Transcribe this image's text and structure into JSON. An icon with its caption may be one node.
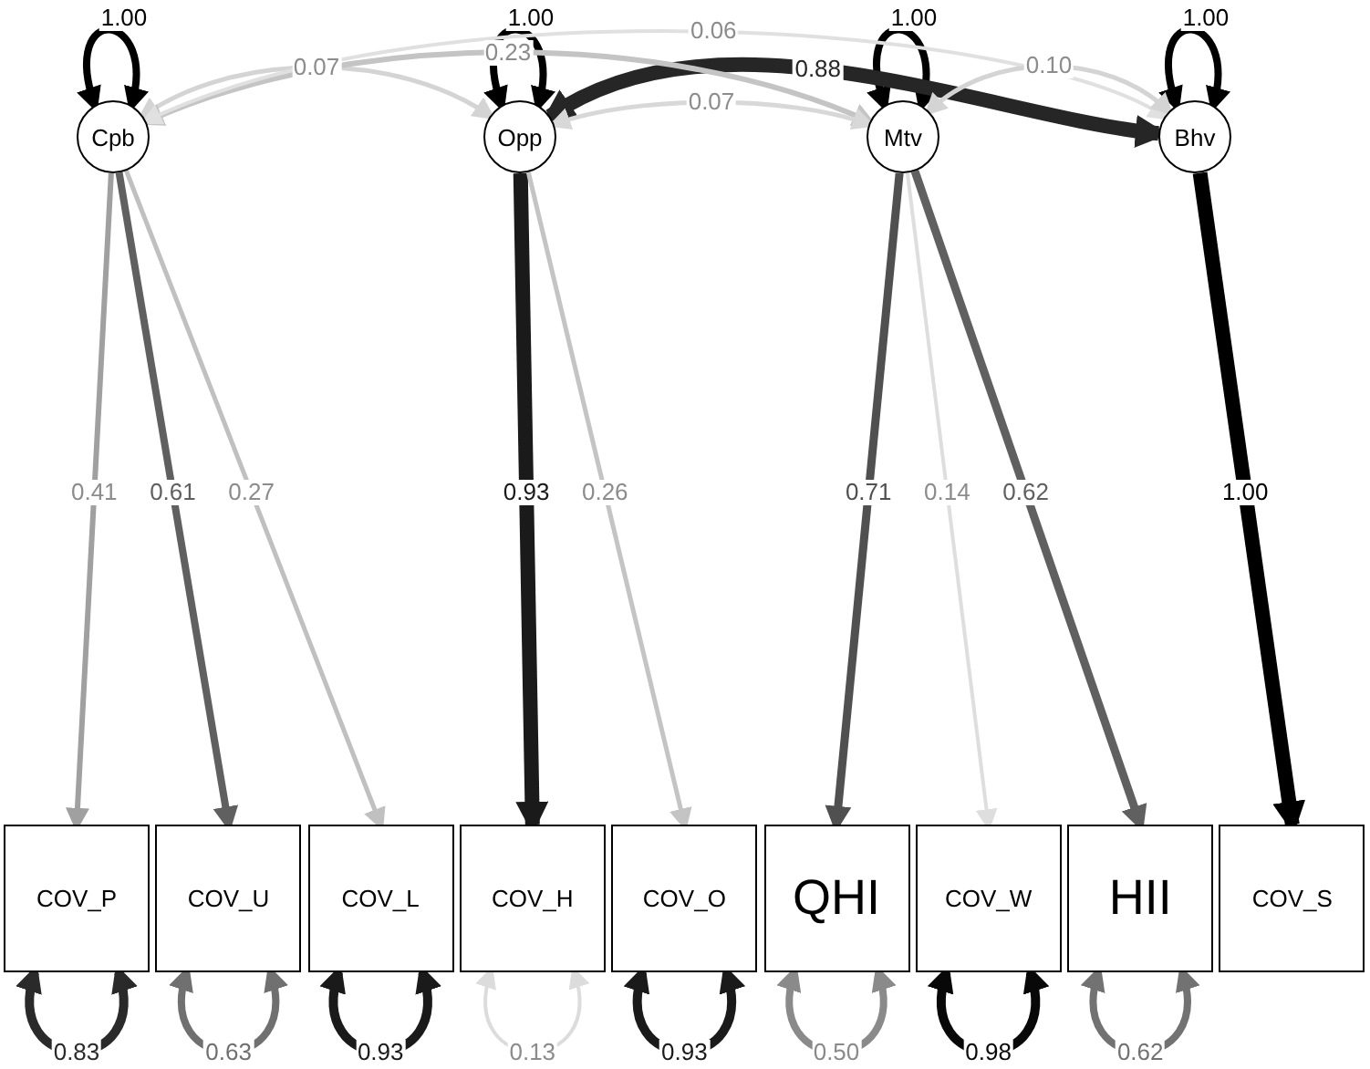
{
  "diagram": {
    "nodes": [
      {
        "text": [
          "Cpb"
        ]
      },
      {
        "text": [
          "Opp"
        ]
      },
      {
        "text": [
          "Mtv"
        ]
      },
      {
        "text": [
          "Bhv"
        ]
      },
      {
        "text": [
          "COV_P"
        ]
      },
      {
        "text": [
          "COV_U"
        ]
      },
      {
        "text": [
          "COV_L"
        ]
      },
      {
        "text": [
          "COV_H"
        ]
      },
      {
        "text": [
          "COV_O"
        ]
      },
      {
        "text": [
          "QHI"
        ]
      },
      {
        "text": [
          "COV_W"
        ]
      },
      {
        "text": [
          "HII"
        ]
      },
      {
        "text": [
          "COV_S"
        ]
      }
    ],
    "edges": [
      {
        "from": 0,
        "to": 0,
        "arrow": "both",
        "label": "1.00",
        "color": "#000000"
      },
      {
        "from": 1,
        "to": 1,
        "arrow": "both",
        "label": "1.00",
        "color": "#000000"
      },
      {
        "from": 2,
        "to": 2,
        "arrow": "both",
        "label": "1.00",
        "color": "#000000"
      },
      {
        "from": 3,
        "to": 3,
        "arrow": "both",
        "label": "1.00",
        "color": "#000000"
      },
      {
        "from": 0,
        "to": 1,
        "arrow": "both",
        "label": "0.07",
        "color": "#d4d4d4"
      },
      {
        "from": 0,
        "to": 2,
        "arrow": "both",
        "label": "0.23",
        "color": "#c4c4c4"
      },
      {
        "from": 0,
        "to": 3,
        "arrow": "both",
        "label": "0.06",
        "color": "#e0e0e0"
      },
      {
        "from": 1,
        "to": 2,
        "arrow": "both",
        "label": "0.07",
        "color": "#d8d8d8"
      },
      {
        "from": 1,
        "to": 3,
        "arrow": "both",
        "label": "0.88",
        "color": "#262626",
        "style": "thick"
      },
      {
        "from": 2,
        "to": 3,
        "arrow": "both",
        "label": "0.10",
        "color": "#d4d4d4"
      },
      {
        "from": 0,
        "to": 4,
        "arrow": "to",
        "label": "0.41",
        "color": "#a0a0a0"
      },
      {
        "from": 0,
        "to": 5,
        "arrow": "to",
        "label": "0.61",
        "color": "#606060"
      },
      {
        "from": 0,
        "to": 6,
        "arrow": "to",
        "label": "0.27",
        "color": "#c0c0c0"
      },
      {
        "from": 1,
        "to": 7,
        "arrow": "to",
        "label": "0.93",
        "color": "#1a1a1a",
        "style": "thick"
      },
      {
        "from": 1,
        "to": 8,
        "arrow": "to",
        "label": "0.26",
        "color": "#c4c4c4"
      },
      {
        "from": 2,
        "to": 9,
        "arrow": "to",
        "label": "0.71",
        "color": "#505050"
      },
      {
        "from": 2,
        "to": 10,
        "arrow": "to",
        "label": "0.14",
        "color": "#dedede"
      },
      {
        "from": 2,
        "to": 11,
        "arrow": "to",
        "label": "0.62",
        "color": "#606060"
      },
      {
        "from": 3,
        "to": 12,
        "arrow": "to",
        "label": "1.00",
        "color": "#000000",
        "style": "thick"
      },
      {
        "from": 4,
        "to": 4,
        "arrow": "both",
        "label": "0.83",
        "color": "#2a2a2a"
      },
      {
        "from": 5,
        "to": 5,
        "arrow": "both",
        "label": "0.63",
        "color": "#707070"
      },
      {
        "from": 6,
        "to": 6,
        "arrow": "both",
        "label": "0.93",
        "color": "#1a1a1a"
      },
      {
        "from": 7,
        "to": 7,
        "arrow": "both",
        "label": "0.13",
        "color": "#dcdcdc"
      },
      {
        "from": 8,
        "to": 8,
        "arrow": "both",
        "label": "0.93",
        "color": "#1a1a1a"
      },
      {
        "from": 9,
        "to": 9,
        "arrow": "both",
        "label": "0.50",
        "color": "#8a8a8a"
      },
      {
        "from": 10,
        "to": 10,
        "arrow": "both",
        "label": "0.98",
        "color": "#080808"
      },
      {
        "from": 11,
        "to": 11,
        "arrow": "both",
        "label": "0.62",
        "color": "#727272"
      }
    ]
  }
}
